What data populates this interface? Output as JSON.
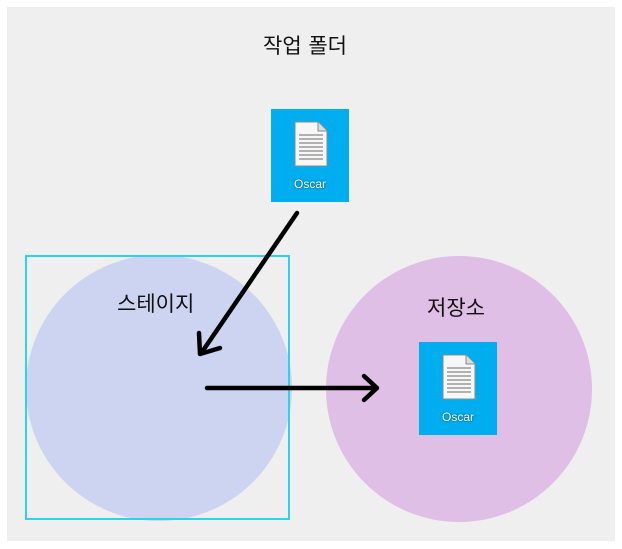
{
  "diagram": {
    "title": "작업 폴더",
    "stage": {
      "label": "스테이지"
    },
    "repository": {
      "label": "저장소"
    },
    "files": [
      {
        "name": "Oscar",
        "icon": "text-document-icon"
      },
      {
        "name": "Oscar",
        "icon": "text-document-icon"
      }
    ]
  },
  "colors": {
    "background": "#efefef",
    "stage_circle": "#cdd4f2",
    "stage_border": "#2bd4ec",
    "repository_circle": "#dfbfe5",
    "file_tile": "#00adef",
    "arrow": "#000000"
  }
}
